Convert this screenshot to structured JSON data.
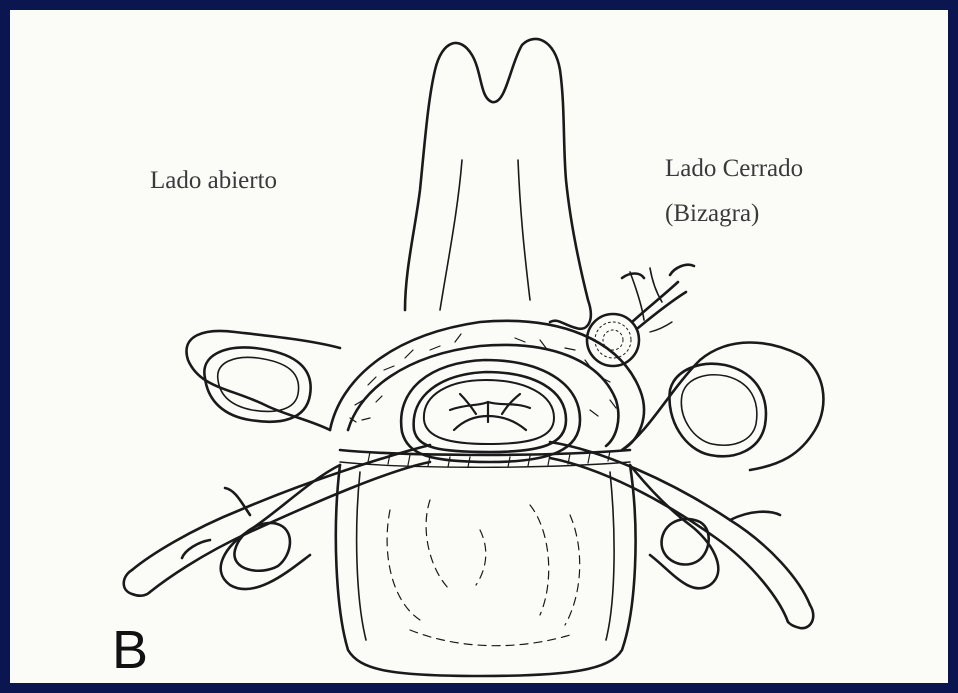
{
  "figure": {
    "labels": {
      "open_side": "Lado abierto",
      "closed_side": "Lado Cerrado",
      "hinge": "(Bizagra)"
    },
    "panel_letter": "B"
  },
  "colors": {
    "frame": "#0b1650",
    "paper": "#fbfbf8",
    "ink": "#1a1a1a"
  }
}
